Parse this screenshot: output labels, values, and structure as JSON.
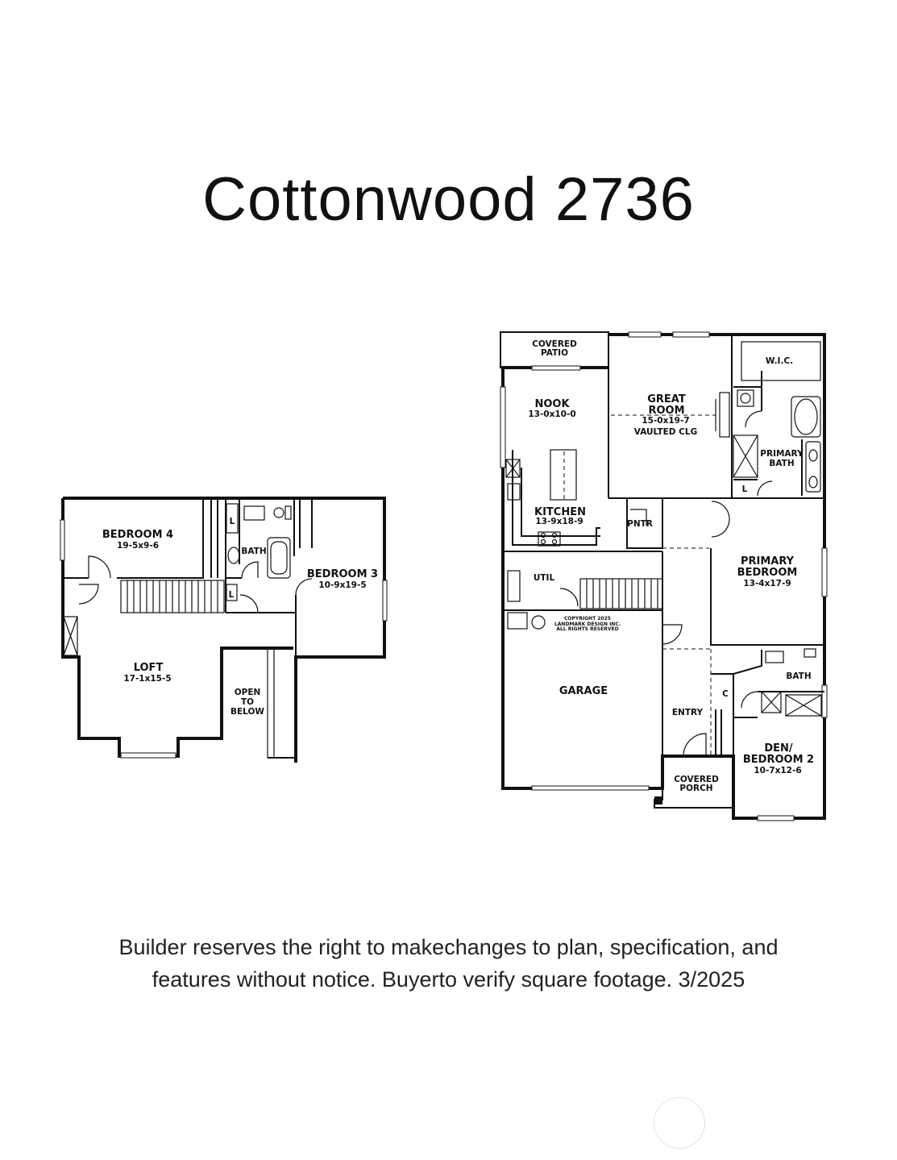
{
  "title": "Cottonwood 2736",
  "disclaimer": {
    "line1": "Builder reserves the right to makechanges to plan, specification, and",
    "line2": "features without notice. Buyerto verify square footage. 3/2025"
  },
  "upper_floor": {
    "bedroom4": {
      "name": "BEDROOM 4",
      "dim": "19-5x9-6"
    },
    "bedroom3": {
      "name": "BEDROOM 3",
      "dim": "10-9x19-5"
    },
    "bath": "BATH",
    "loft": {
      "name": "LOFT",
      "dim": "17-1x15-5"
    },
    "open_to_below": [
      "OPEN",
      "TO",
      "BELOW"
    ],
    "linen": "L"
  },
  "main_floor": {
    "covered_patio": [
      "COVERED",
      "PATIO"
    ],
    "nook": {
      "name": "NOOK",
      "dim": "13-0x10-0"
    },
    "great_room": {
      "name": [
        "GREAT",
        "ROOM"
      ],
      "dim": "15-0x19-7",
      "note": "VAULTED CLG"
    },
    "wic": "W.I.C.",
    "primary_bath": [
      "PRIMARY",
      "BATH"
    ],
    "kitchen": {
      "name": "KITCHEN",
      "dim": "13-9x18-9"
    },
    "pantry": "PNTR",
    "util": "UTIL",
    "primary_bedroom": {
      "name": [
        "PRIMARY",
        "BEDROOM"
      ],
      "dim": "13-4x17-9"
    },
    "copyright": [
      "COPYRIGHT 2025",
      "LANDMARK DESIGN INC.",
      "ALL RIGHTS RESERVED"
    ],
    "garage": "GARAGE",
    "entry": "ENTRY",
    "bath": "BATH",
    "closet": "C",
    "den": {
      "name": [
        "DEN/",
        "BEDROOM 2"
      ],
      "dim": "10-7x12-6"
    },
    "covered_porch": [
      "COVERED",
      "PORCH"
    ],
    "linen": "L"
  }
}
